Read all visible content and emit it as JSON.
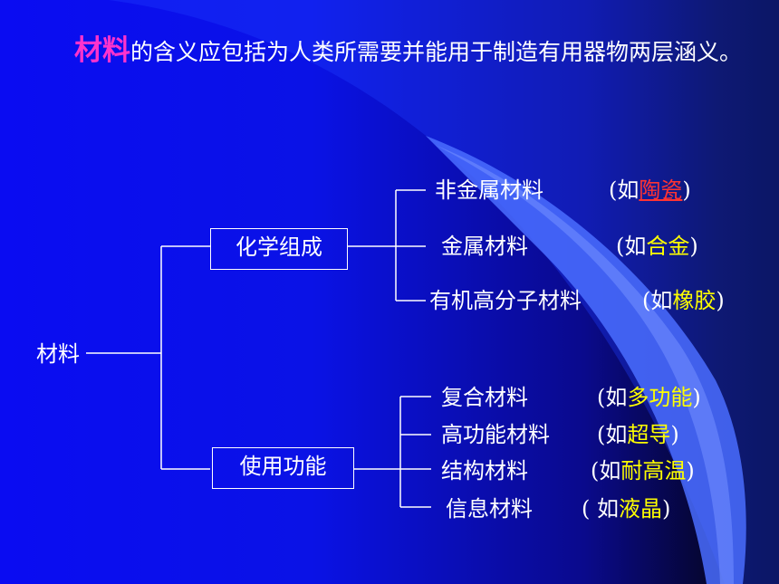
{
  "intro": {
    "highlight": "材料",
    "rest": "的含义应包括为人类所需要并能用于制造有用器物两层涵义。"
  },
  "root": {
    "label": "材料"
  },
  "groups": [
    {
      "label": "化学组成",
      "items": [
        {
          "name": "非金属材料",
          "open": "(如",
          "example": "陶瓷",
          "close": ")"
        },
        {
          "name": "金属材料",
          "open": "(如",
          "example": "合金",
          "close": ")"
        },
        {
          "name": "有机高分子材料",
          "open": "(如",
          "example": "橡胶",
          "close": ")"
        }
      ]
    },
    {
      "label": "使用功能",
      "items": [
        {
          "name": "复合材料",
          "open": "(如",
          "example": "多功能",
          "close": ")"
        },
        {
          "name": "高功能材料",
          "open": "(如",
          "example": "超导",
          "close": ")"
        },
        {
          "name": "结构材料",
          "open": "(如",
          "example": "耐高温",
          "close": ")"
        },
        {
          "name": "信息材料",
          "open": "( 如",
          "example": "液晶",
          "close": ")"
        }
      ]
    }
  ],
  "colors": {
    "highlight": "#ff33cc",
    "example_default": "#ffff00",
    "example_link": "#ff3333"
  }
}
